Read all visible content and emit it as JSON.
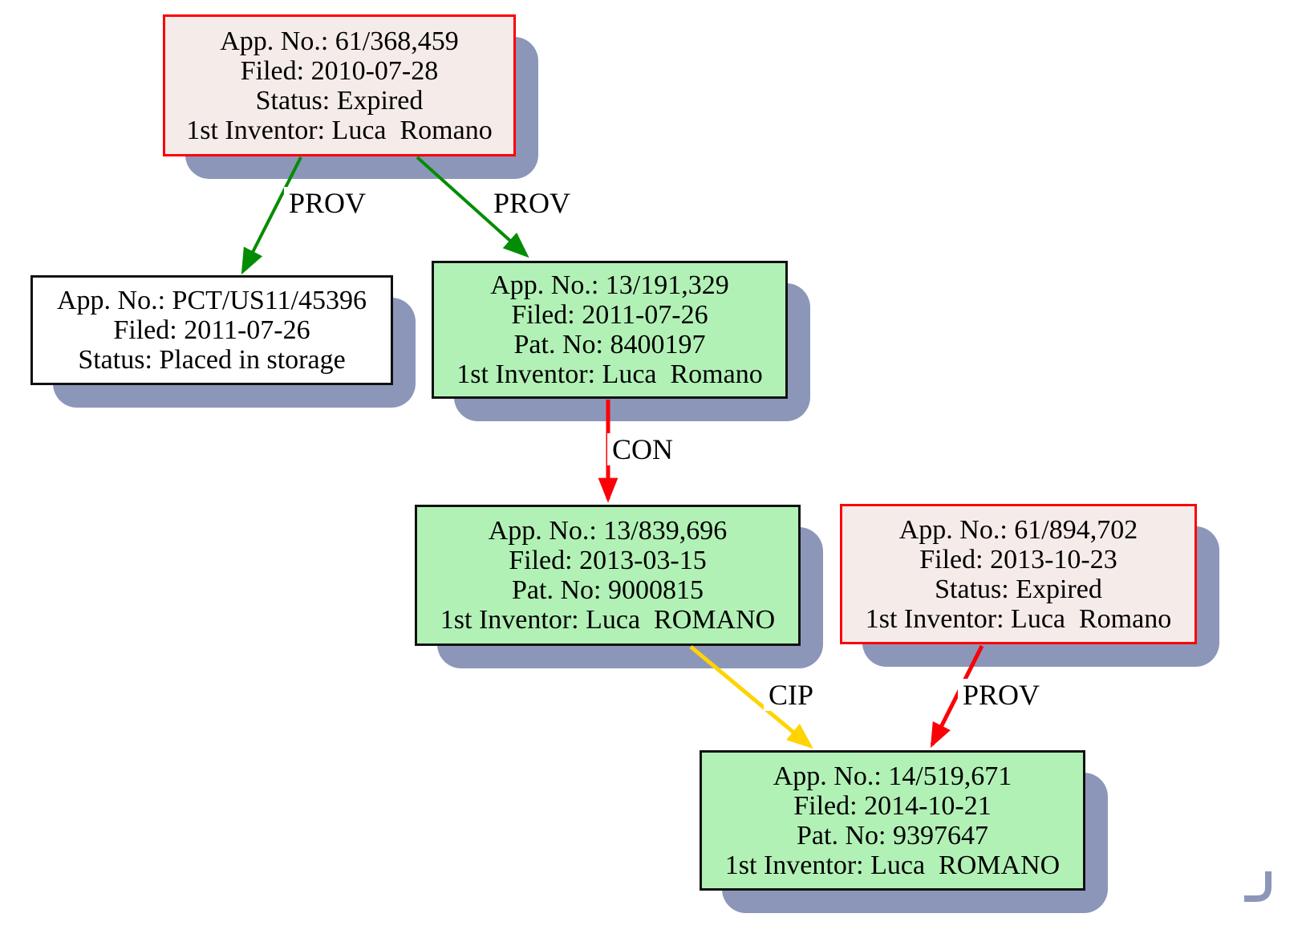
{
  "nodes": [
    {
      "id": "61/368,459",
      "kind": "provisional-expired",
      "lines": [
        "App. No.: 61/368,459",
        "Filed: 2010-07-28",
        "Status: Expired",
        "1st Inventor: Luca  Romano"
      ]
    },
    {
      "id": "PCT/US11/45396",
      "kind": "pct",
      "lines": [
        "App. No.: PCT/US11/45396",
        "Filed: 2011-07-26",
        "Status: Placed in storage"
      ]
    },
    {
      "id": "13/191,329",
      "kind": "granted",
      "lines": [
        "App. No.: 13/191,329",
        "Filed: 2011-07-26",
        "Pat. No: 8400197",
        "1st Inventor: Luca  Romano"
      ]
    },
    {
      "id": "13/839,696",
      "kind": "granted",
      "lines": [
        "App. No.: 13/839,696",
        "Filed: 2013-03-15",
        "Pat. No: 9000815",
        "1st Inventor: Luca  ROMANO"
      ]
    },
    {
      "id": "61/894,702",
      "kind": "provisional-expired",
      "lines": [
        "App. No.: 61/894,702",
        "Filed: 2013-10-23",
        "Status: Expired",
        "1st Inventor: Luca  Romano"
      ]
    },
    {
      "id": "14/519,671",
      "kind": "granted",
      "lines": [
        "App. No.: 14/519,671",
        "Filed: 2014-10-21",
        "Pat. No: 9397647",
        "1st Inventor: Luca  ROMANO"
      ]
    }
  ],
  "edges": [
    {
      "label": "PROV",
      "from": "61/368,459",
      "to": "PCT/US11/45396",
      "color": "#048c04"
    },
    {
      "label": "PROV",
      "from": "61/368,459",
      "to": "13/191,329",
      "color": "#048c04"
    },
    {
      "label": "CON",
      "from": "13/191,329",
      "to": "13/839,696",
      "color": "#fb0007"
    },
    {
      "label": "CIP",
      "from": "13/839,696",
      "to": "14/519,671",
      "color": "#ffd400"
    },
    {
      "label": "PROV",
      "from": "61/894,702",
      "to": "14/519,671",
      "color": "#fb0007"
    }
  ],
  "colors": {
    "granted_fill": "#b2f1b6",
    "provisional_fill": "#f5ebe9",
    "pct_fill": "#ffffff",
    "provisional_border": "#fb0007",
    "default_border": "#111111",
    "shadow": "#8c96b9",
    "prov_arrow": "#048c04",
    "con_arrow": "#fb0007",
    "cip_arrow": "#ffd400"
  }
}
